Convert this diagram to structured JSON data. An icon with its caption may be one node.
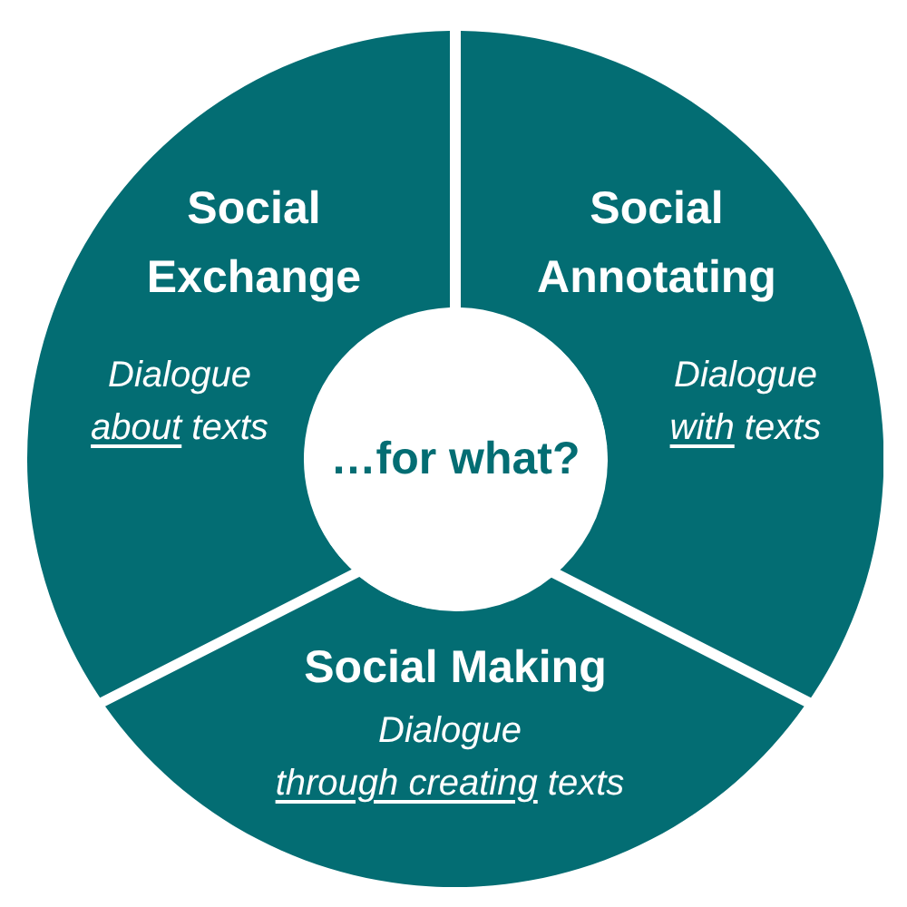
{
  "diagram": {
    "nodes": [
      {
        "text": [
          "Social Exchange",
          "Dialogue *about* texts"
        ]
      },
      {
        "text": [
          "Social Annotating",
          "Dialogue *with* texts"
        ]
      },
      {
        "text": [
          "…for what?"
        ]
      },
      {
        "text": [
          "Social Making",
          "Dialogue *through creating* texts"
        ]
      }
    ]
  }
}
